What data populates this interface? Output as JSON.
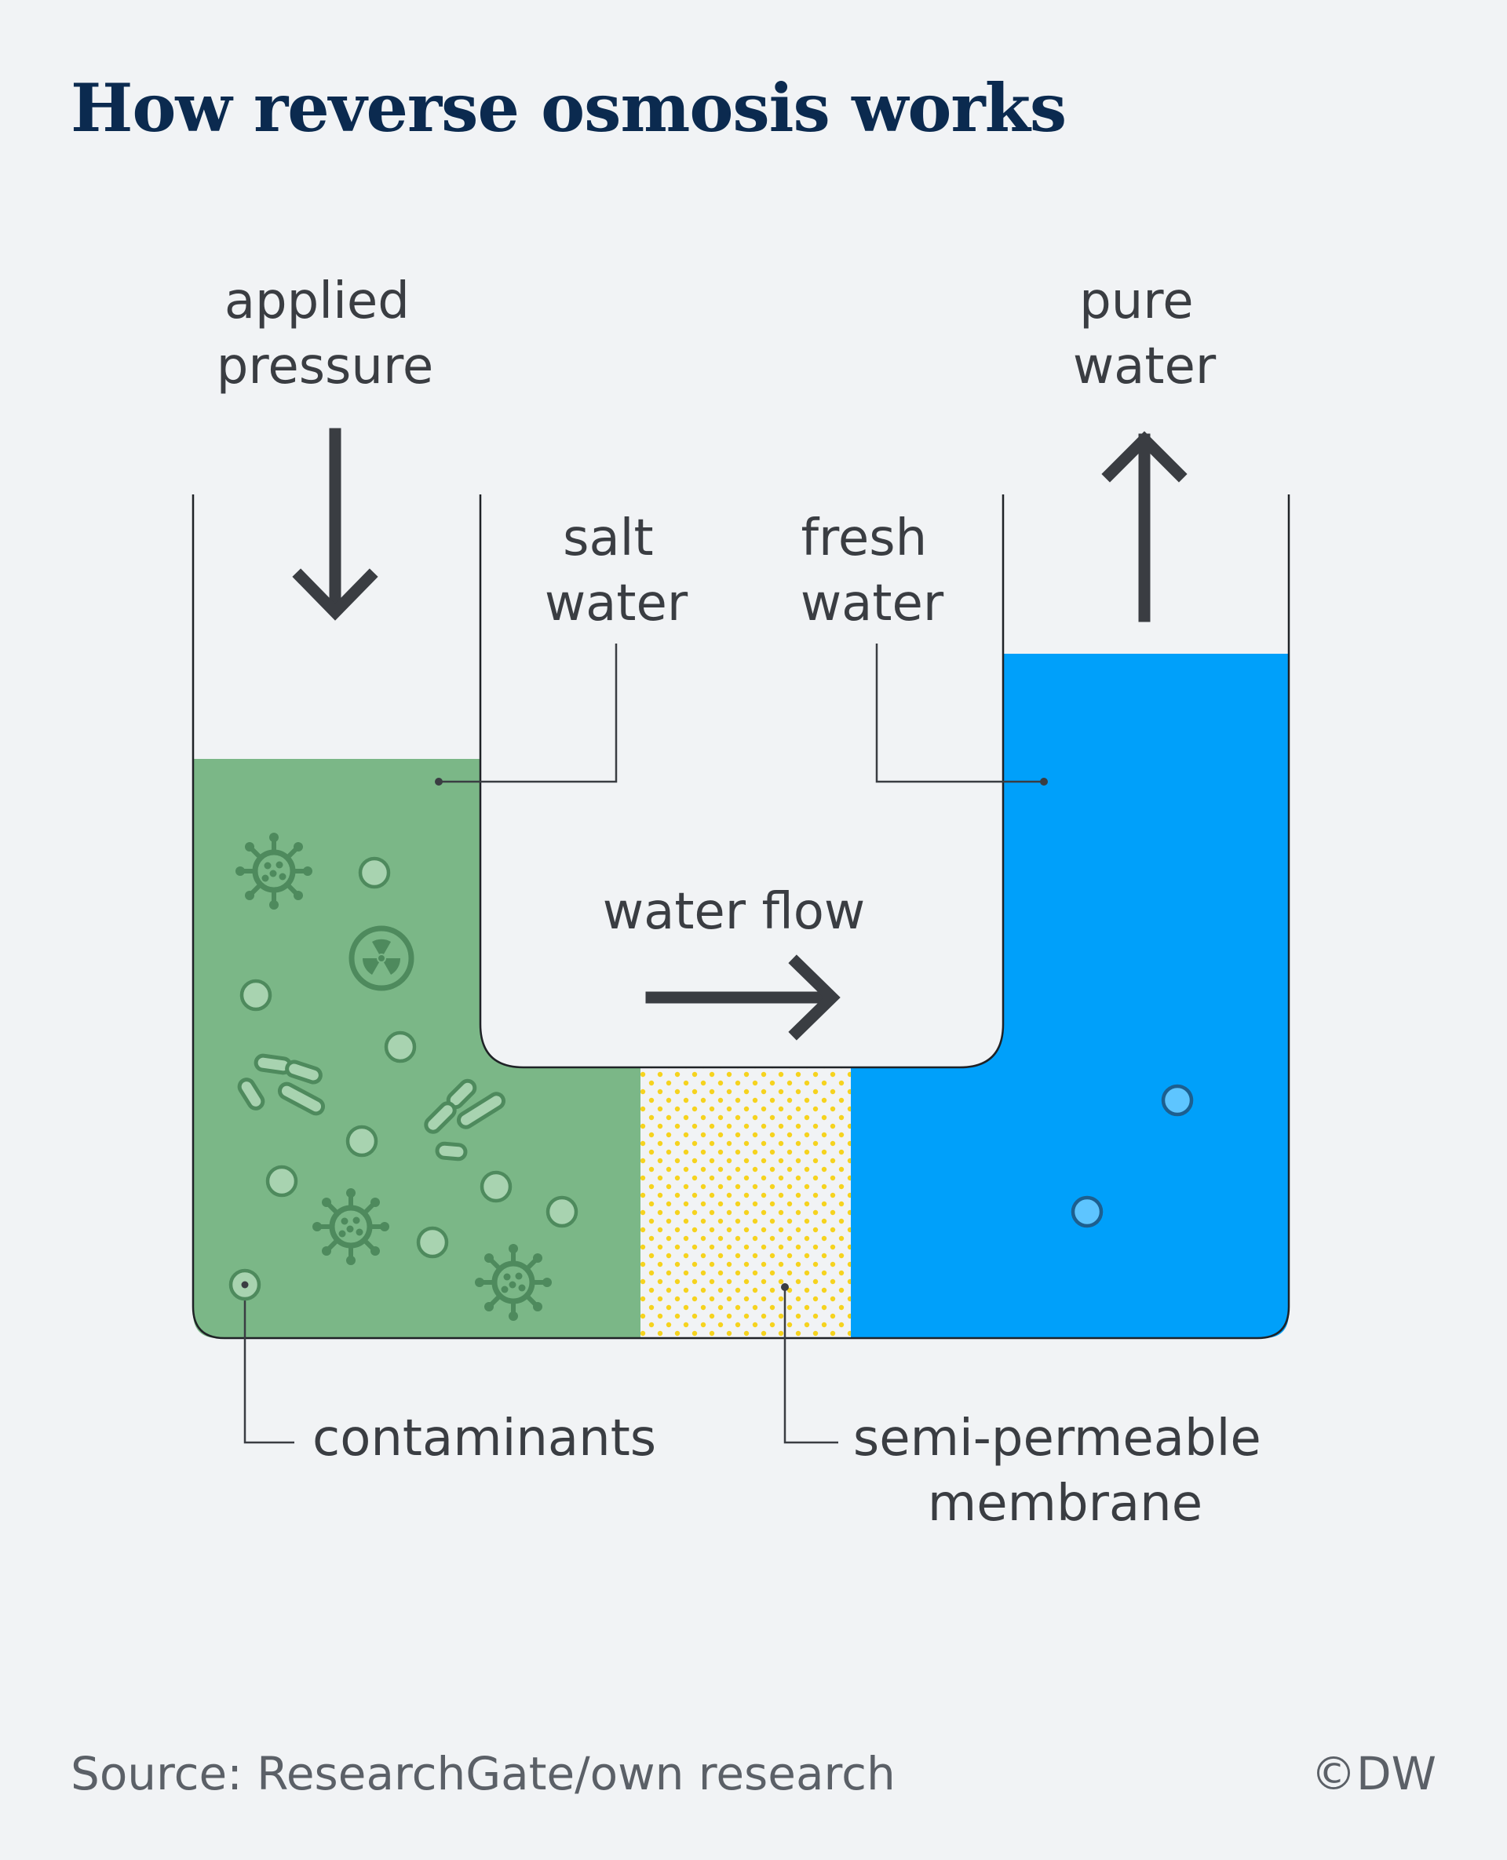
{
  "title": "How reverse osmosis works",
  "labels": {
    "applied_pressure": [
      "applied",
      "pressure"
    ],
    "pure_water": [
      "pure",
      "water"
    ],
    "salt_water": [
      "salt",
      "water"
    ],
    "fresh_water": [
      "fresh",
      "water"
    ],
    "water_flow": "water flow",
    "contaminants": "contaminants",
    "membrane": [
      "semi-permeable",
      "membrane"
    ]
  },
  "footer": {
    "source": "Source: ResearchGate/own research",
    "credit": "©DW"
  },
  "colors": {
    "background": "#f1f3f5",
    "salt_water": "#7bb787",
    "fresh_water": "#00a0fa",
    "membrane_dots": "#f6d31e",
    "text": "#3a3d42",
    "title": "#0b2a4f"
  },
  "icons": [
    "virus-icon",
    "radiation-icon",
    "bacteria-icon",
    "particle-icon",
    "water-droplet-icon"
  ]
}
